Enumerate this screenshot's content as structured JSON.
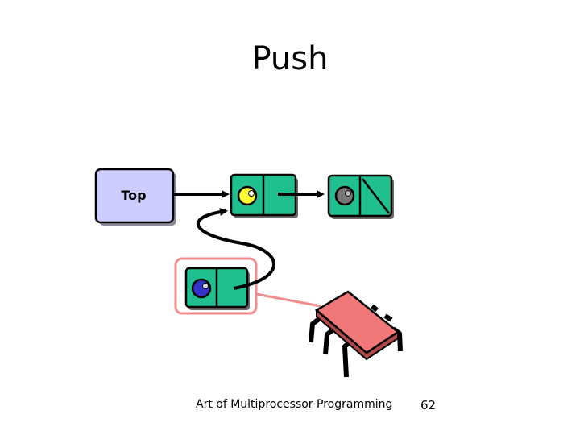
{
  "title": "Push",
  "top_label": "Top",
  "footer": "Art of Multiprocessor Programming",
  "page_number": "62",
  "colors": {
    "top_box_fill": "#ccccff",
    "node_fill": "#1fbf8f",
    "highlight_outline": "#f08c8c",
    "chip_fill": "#f07878",
    "node1_ball": "#ffff33",
    "node2_ball": "#777777",
    "new_node_ball": "#3333cc"
  },
  "icons": [
    "processor-chip-icon"
  ]
}
